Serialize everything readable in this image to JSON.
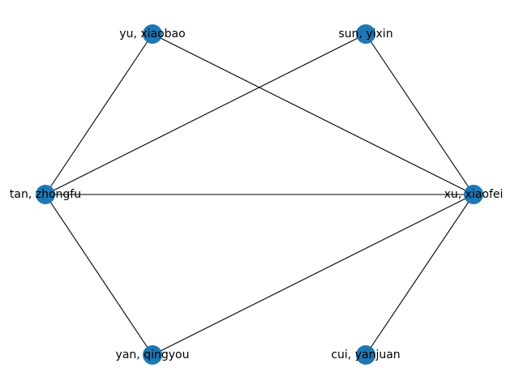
{
  "graph": {
    "type": "network",
    "node_color": "#1f77b4",
    "edge_color": "#000000",
    "nodes": [
      {
        "id": "yu",
        "label": "yu, xiaobao"
      },
      {
        "id": "sun",
        "label": "sun, yixin"
      },
      {
        "id": "tan",
        "label": "tan, zhongfu"
      },
      {
        "id": "xu",
        "label": "xu, xiaofei"
      },
      {
        "id": "yan",
        "label": "yan, qingyou"
      },
      {
        "id": "cui",
        "label": "cui, yanjuan"
      }
    ],
    "edges": [
      {
        "source": "yu",
        "target": "tan"
      },
      {
        "source": "yu",
        "target": "xu"
      },
      {
        "source": "sun",
        "target": "tan"
      },
      {
        "source": "sun",
        "target": "xu"
      },
      {
        "source": "tan",
        "target": "xu"
      },
      {
        "source": "tan",
        "target": "yan"
      },
      {
        "source": "yan",
        "target": "xu"
      },
      {
        "source": "cui",
        "target": "xu"
      }
    ]
  }
}
